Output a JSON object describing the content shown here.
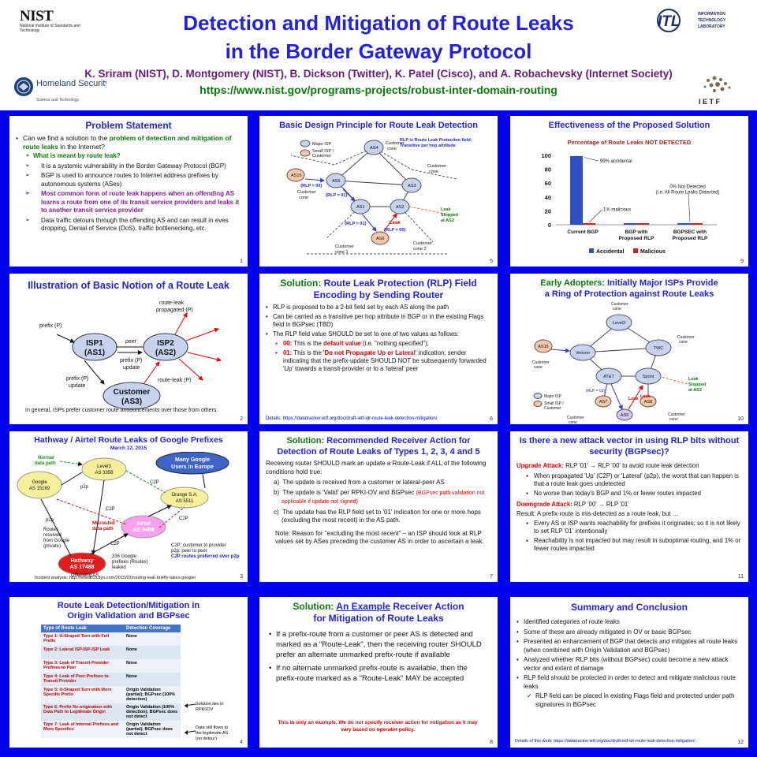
{
  "header": {
    "title_line1": "Detection and Mitigation of Route Leaks",
    "title_line2": "in the Border Gateway Protocol",
    "authors": "K. Sriram (NIST), D. Montgomery (NIST), B. Dickson (Twitter), K. Patel (Cisco), and A. Robachevsky (Internet Society)",
    "url": "https://www.nist.gov/programs-projects/robust-inter-domain-routing",
    "logo_nist": "NIST",
    "logo_nist_sub": "National Institute of Standards and Technology",
    "logo_dhs": "Homeland Security",
    "logo_dhs_sub": "Science and Technology",
    "logo_itl": "ITL",
    "logo_itl_sub": "INFORMATION TECHNOLOGY LABORATORY",
    "logo_ietf": "I E T F"
  },
  "p1": {
    "title": "Problem Statement",
    "q_pre": "Can we find a solution to the ",
    "q_green": "problem of detection and mitigation of route leaks",
    "q_post": " in the Internet?",
    "sub_heading": "What is meant by route leak?",
    "b1": "It is a systemic vulnerability in the Border Gateway Protocol (BGP)",
    "b2": "BGP is used to announce routes to Internet address prefixes by autonomous systems (ASes)",
    "b3": "Most common form of route leak happens when an offending AS learns a route from one of its transit service providers and leaks it to another transit service provider",
    "b4": "Data traffic detours through the offending AS and can result in eves dropping, Denial of Service (DoS), traffic bottlenecking, etc.",
    "num": "1"
  },
  "p2": {
    "title": "Illustration of Basic Notion of a Route Leak",
    "isp1": "ISP1",
    "as1": "(AS1)",
    "isp2": "ISP2",
    "as2": "(AS2)",
    "cust": "Customer",
    "as3": "(AS3)",
    "prefix_p": "prefix (P)",
    "peer": "peer",
    "prefix_p_update": "prefix (P)",
    "update": "update",
    "prefix_p_update2": "prefix (P)",
    "update2": "update",
    "leak_prop": "route-leak",
    "leak_prop2": "propagated (P)",
    "leak_p": "route-leak (P)",
    "footer": "In general, ISPs prefer customer route announcements over those from others.",
    "num": "2"
  },
  "p3": {
    "title": "Hathway / Airtel Route Leaks of Google Prefixes",
    "date": "March 12, 2015",
    "normal": "Normal",
    "normal2": "data path",
    "level3": "Level3",
    "as3356": "AS 3356",
    "google": "Google",
    "as15169": "AS 15169",
    "many": "Many Google",
    "many2": "Users in Europe",
    "orange": "Orange S.A.",
    "as5511": "AS 5511",
    "airtel": "Airtel",
    "as9498": "AS 9498",
    "hathway": "Hathway",
    "as17488": "AS 17488",
    "p2p": "p2p",
    "p2p_b": "p2p",
    "c2p_1": "C2P",
    "c2p_2": "C2P",
    "c2p_3": "C2P",
    "c2p_4": "C2P",
    "misrouted": "Misrouted",
    "misrouted2": "data path",
    "routes": "Routes",
    "routes2": "received",
    "routes3": "from Google",
    "routes4": "(private)",
    "n336": "336 Google",
    "n336b": "prefixes (Routes)",
    "n336c": "leaked",
    "legend1": "C2P: customer to provider",
    "legend2": "p2p: peer to peer",
    "legend3": "C2P routes preferred over p2p",
    "offending": "Offending AS",
    "incident": "Incident analysis: http://research.dyn.com/2015/03/routing-leak-briefly-takes-google/",
    "num": "3"
  },
  "p4": {
    "title_l1": "Route Leak Detection/Mitigation in",
    "title_l2": "Origin Validation and BGPsec",
    "col1": "Type of Route Leak",
    "col2": "Detection Coverage",
    "rows": [
      [
        "Type 1: U-Shaped Turn with Full Prefix",
        "None"
      ],
      [
        "Type 2: Lateral ISP-ISP-ISP Leak",
        "None"
      ],
      [
        "Type 3: Leak of Transit-Provider Prefixes to Peer",
        "None"
      ],
      [
        "Type 4: Leak of Peer Prefixes to Transit Provider",
        "None"
      ],
      [
        "Type 5: U-Shaped Turn with More Specific Prefix",
        "Origin Validation (partial); BGPsec (100% detection)"
      ],
      [
        "Type 6: Prefix Re-origination with Data Path to Legitimate Origin",
        "Origin Validation (100% detection); BGPsec does not detect"
      ],
      [
        "Type 7: Leak of Internal Prefixes and More Specifics",
        "Origin Validation (partial); BGPsec does not detect"
      ]
    ],
    "note1": "Solution lies in",
    "note1b": "RPKI/OV",
    "note2": "Data still flows to",
    "note2b": "the legitimate AS",
    "note2c": "(no detour)",
    "num": "4"
  },
  "p5": {
    "title": "Basic Design Principle for Route Leak Detection",
    "rlp_note1": "RLP is Route Leak Protection field;",
    "rlp_note2": "Transitive per hop attribute",
    "legend_major": "Major ISP",
    "legend_small": "Small ISP /",
    "legend_small2": "Customer",
    "as1": "AS1",
    "as2": "AS2",
    "as3": "AS3",
    "as4": "AS4",
    "as5": "AS5",
    "as6": "AS6",
    "as15": "AS15",
    "cc": "Customer",
    "cone": "cone",
    "rlp00a": "{RLP = 00}",
    "rlp01a": "{RLP = 01}",
    "rlp01b": "{RLP = 01}",
    "rlp00b": "{RLP = 00}",
    "leak": "Leak",
    "stopped": "Leak",
    "stopped2": "Stopped",
    "stopped3": "at AS2",
    "cc1": "Customer",
    "cc1b": "cone 1",
    "cc2": "Customer",
    "cc2b": "cone 2",
    "num": "5"
  },
  "p6": {
    "title_green": "Solution:",
    "title_rest": " Route Leak Protection (RLP) Field",
    "title_l2": "Encoding by Sending Router",
    "b1": "RLP is proposed to be a 2-bit field set by each AS along the path",
    "b2": "Can be carried as a transitive per hop attribute in BGP or in the existing Flags field in BGPsec (TBD)",
    "b3": "The RLP field value SHOULD be set to one of two values as follows:",
    "s1_code": "00:",
    "s1_pre": " This is the ",
    "s1_red": "default value",
    "s1_post": " (i.e. \"nothing specified\"),",
    "s2_code": "01:",
    "s2_pre": " This is the '",
    "s2_red": "Do not Propagate Up or Lateral",
    "s2_post": "' indication; sender indicating that the prefix-update SHOULD NOT be subsequently forwarded 'Up' towards a transit-provider or to a 'lateral' peer",
    "details": "Details: https://datatracker.ietf.org/doc/draft-ietf-idr-route-leak-detection-mitigation/",
    "num": "6"
  },
  "p7": {
    "title_green": "Solution:",
    "title_rest": " Recommended Receiver Action for",
    "title_l2": "Detection of Route Leaks of Types 1, 2, 3, 4 and 5",
    "intro": "Receiving router SHOULD mark an update a Route-Leak if ALL of the following conditions hold true:",
    "a": "The update is received from a customer or lateral-peer AS",
    "b_pre": "The update is 'Valid' per RPKI-OV and BGPsec ",
    "b_red": "(BGPsec path validation not applicable if update not signed)",
    "c": "The update has the RLP field set to '01' indication for one or more hops (excluding the most recent) in the AS path.",
    "note": "Note: Reason for \"excluding the most recent\" – an ISP should look at RLP values set by ASes preceding the customer AS in order to ascertain a leak.",
    "num": "7"
  },
  "p8": {
    "title_green": "Solution:",
    "title_u": "An Example",
    "title_rest": " Receiver Action",
    "title_l2": "for Mitigation of Route Leaks",
    "b1": "If a prefix-route from a customer or peer AS is detected and marked as a \"Route-Leak\", then the receiving router SHOULD prefer an alternate unmarked prefix-route if available",
    "b2": "If no alternate unmarked prefix-route is available, then the prefix-route marked as a \"Route-Leak\" MAY be accepted",
    "red_note": "This in only an example. We do not specify receiver action for mitigation as it may vary based on operator policy.",
    "num": "8"
  },
  "p9": {
    "title": "Effectiveness of the Proposed Solution",
    "num": "9"
  },
  "chart_data": {
    "type": "bar",
    "title": "Percentage of Route Leaks NOT DETECTED",
    "categories": [
      "Current BGP",
      "BGP with Proposed RLP",
      "BGPSEC with Proposed RLP"
    ],
    "series": [
      {
        "name": "Accidental",
        "values": [
          99,
          0,
          0
        ],
        "color": "#2f4fc4"
      },
      {
        "name": "Malicious",
        "values": [
          1,
          1,
          0
        ],
        "color": "#d62020"
      }
    ],
    "ylim": [
      0,
      100
    ],
    "yticks": [
      0,
      20,
      40,
      60,
      80,
      100
    ],
    "annotations": [
      "99% accidental",
      "1% malicious",
      "0% Not Detected",
      "(i.e. All Route Leaks Detected)"
    ],
    "legend_position": "bottom"
  },
  "p10": {
    "title_green": "Early Adopters:",
    "title_rest": " Initially Major ISPs Provide",
    "title_l2": "a Ring of Protection against Route Leaks",
    "level3": "Level3",
    "verizon": "Verizon",
    "twc": "TWC",
    "att": "AT&T",
    "sprint": "Sprint",
    "as15": "AS15",
    "as7": "AS7",
    "as8": "AS8",
    "as9": "AS9",
    "cc": "Customer",
    "cone": "cone",
    "rlp01": "{RLP = 01}",
    "leak": "Leak",
    "stopped": "Leak",
    "stopped2": "Stopped",
    "stopped3": "at AS2",
    "legend_major": "Major ISP",
    "legend_small": "Small ISP /",
    "legend_small2": "Customer",
    "num": "10"
  },
  "p11": {
    "title_l1": "Is there a new attack vector in using RLP bits without",
    "title_l2": "security (BGPsec)?",
    "up_label": "Upgrade Attack:",
    "up_rest": " RLP '01' → RLP '00' to avoid route leak detection",
    "up1": "When propagated 'Up' (C2P) or 'Lateral' (p2p), the worst that can happen is that a route leak goes undetected",
    "up2": "No worse than today's BGP and 1% or fewer routes impacted",
    "down_label": "Downgrade Attack:",
    "down_rest": " RLP '00' → RLP '01'",
    "result": "Result: A prefix-route is mis-detected as a route leak, but …",
    "d1": "Every AS or ISP wants reachability for prefixes it originates; so it is not likely to set RLP '01' intentionally",
    "d2": "Reachability is not impacted but may result in suboptimal routing, and 1% or fewer routes impacted",
    "num": "11"
  },
  "p12": {
    "title": "Summary and Conclusion",
    "b1": "Identified categories of route leaks",
    "b2": "Some of these are already mitigated in OV or basic BGPsec",
    "b3": "Presented an enhancement of BGP that detects and mitigates all route leaks (when combined with Origin Validation and BGPsec)",
    "b4": "Analyzed whether RLP bits (without BGPsec) could become a new attack vector and extent of damage",
    "b5": "RLP field should be protected in order to detect and mitigate malicious route leaks",
    "b6": "RLP field can be placed in existing Flags field and protected under path signatures in BGPsec",
    "details": "Details of this work: https://datatracker.ietf.org/doc/draft-ietf-idr-route-leak-detection-mitigation/",
    "num": "12"
  }
}
